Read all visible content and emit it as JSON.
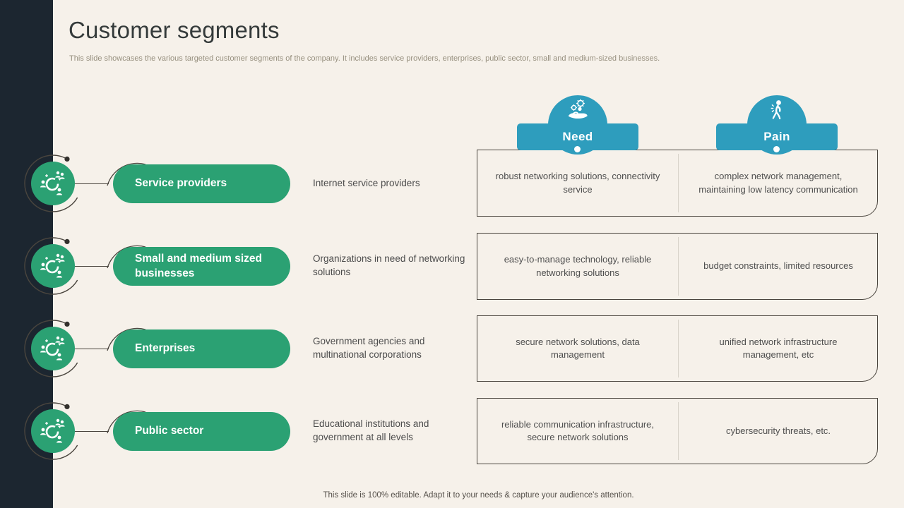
{
  "slide": {
    "title": "Customer segments",
    "subtitle": "This slide showcases the various targeted customer segments of the company. It includes service providers, enterprises, public sector, small and medium-sized businesses.",
    "footer": "This slide is 100% editable. Adapt it to your needs & capture your audience's attention."
  },
  "columns": [
    {
      "label": "Need",
      "icon": "hand-gears-icon"
    },
    {
      "label": "Pain",
      "icon": "back-pain-icon"
    }
  ],
  "rows": [
    {
      "segment": "Service providers",
      "description": "Internet service providers",
      "need": "robust networking solutions, connectivity service",
      "pain": "complex network management, maintaining low latency communication"
    },
    {
      "segment": "Small and medium sized businesses",
      "description": "Organizations in need of networking solutions",
      "need": "easy-to-manage technology, reliable networking solutions",
      "pain": "budget constraints, limited resources"
    },
    {
      "segment": "Enterprises",
      "description": "Government agencies and multinational corporations",
      "need": "secure network solutions, data management",
      "pain": "unified network infrastructure management, etc"
    },
    {
      "segment": "Public sector",
      "description": "Educational institutions and government at all levels",
      "need": "reliable communication infrastructure, secure network solutions",
      "pain": "cybersecurity threats, etc."
    }
  ],
  "colors": {
    "green": "#2BA173",
    "teal": "#2E9DBD",
    "sidebar": "#1C2630",
    "background": "#F6F1EA",
    "border": "#4A453E"
  }
}
